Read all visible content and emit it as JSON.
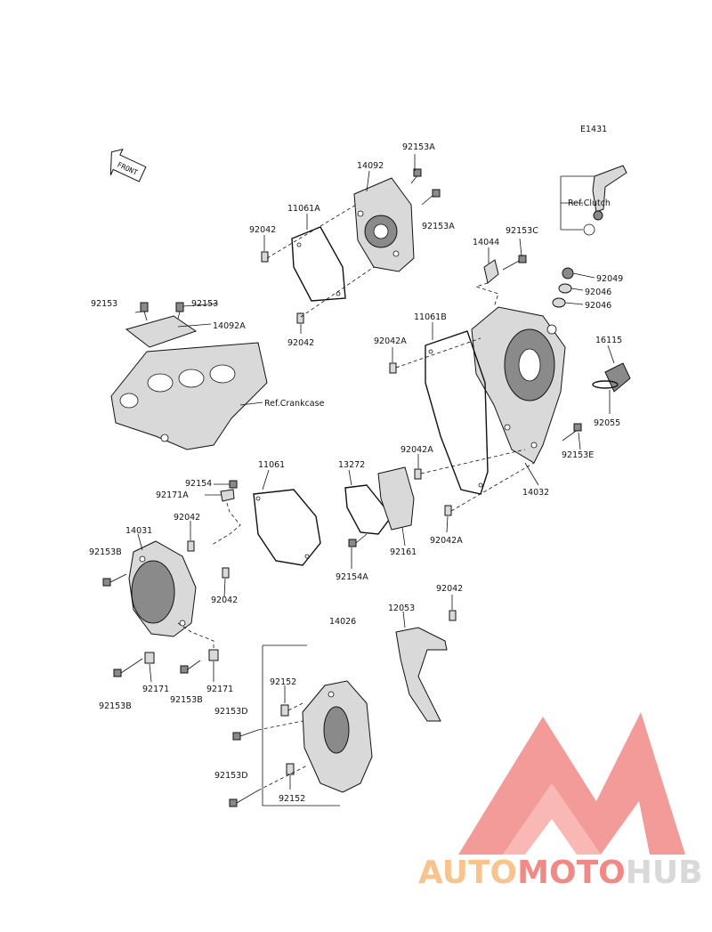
{
  "diagram_code": "E1431",
  "front_badge": "FRONT",
  "refs": {
    "clutch": "Ref.Clutch",
    "crankcase": "Ref.Crankcase"
  },
  "labels": {
    "p92153A_top": "92153A",
    "p14092": "14092",
    "p92153A_mid": "92153A",
    "p11061A": "11061A",
    "p92042_a": "92042",
    "p92042_b": "92042",
    "p92153C": "92153C",
    "p14044": "14044",
    "p92049": "92049",
    "p92046_a": "92046",
    "p92046_b": "92046",
    "p92153_l": "92153",
    "p92153_r": "92153",
    "p14092A": "14092A",
    "p11061B": "11061B",
    "p92042A_a": "92042A",
    "p16115": "16115",
    "p92055": "92055",
    "p92153E": "92153E",
    "p92042A_b": "92042A",
    "p14032": "14032",
    "p92154": "92154",
    "p11061": "11061",
    "p13272": "13272",
    "p92171A": "92171A",
    "p92042_c": "92042",
    "p14031": "14031",
    "p92153B_a": "92153B",
    "p92042_d": "92042",
    "p92161": "92161",
    "p92042A_c": "92042A",
    "p92154A": "92154A",
    "p92042_e": "92042",
    "p14026": "14026",
    "p12053": "12053",
    "p92171_a": "92171",
    "p92171_b": "92171",
    "p92153B_b": "92153B",
    "p92153B_c": "92153B",
    "p92152_a": "92152",
    "p92153D_a": "92153D",
    "p92153D_b": "92153D",
    "p92152_b": "92152"
  },
  "watermark": {
    "brand_part1": "AUTO",
    "brand_part2": "MOTO",
    "brand_part3": "HUB",
    "color_orange": "#f9c38d",
    "color_red": "#f08a86",
    "color_grey": "#d9d9d9"
  }
}
